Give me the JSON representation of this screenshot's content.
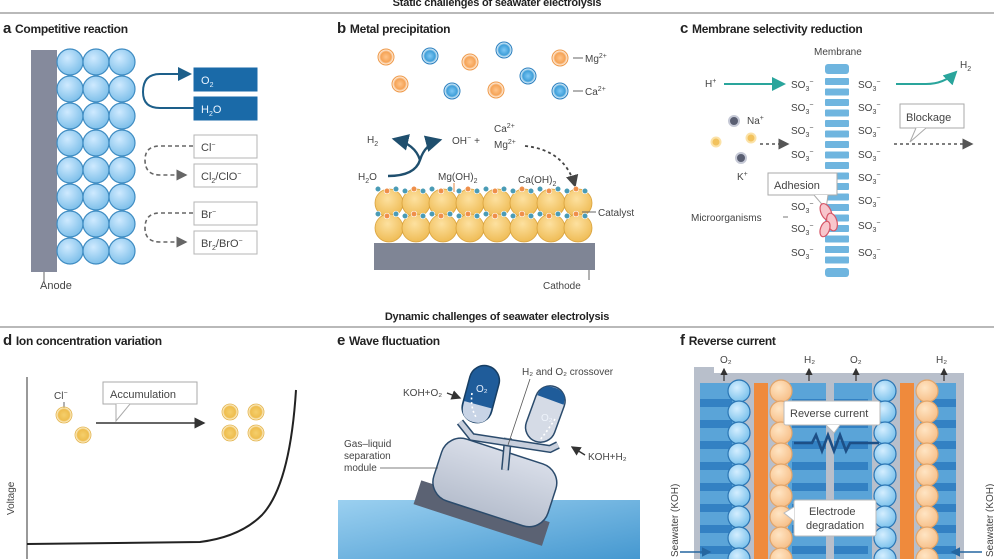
{
  "figure": {
    "static_header": "Static challenges of seawater electrolysis",
    "dynamic_header": "Dynamic challenges of seawater electrolysis",
    "colors": {
      "electrode_blue": "#8cc8ee",
      "dark_blue": "#1a6aa8",
      "gray_electrode": "#7f8595",
      "orange": "#f29b4b",
      "catalyst_yellow": "#f2c25d",
      "teal_arrow": "#2aa59c",
      "water_blue": "#4a9fd6"
    }
  },
  "panels": {
    "a": {
      "letter": "a",
      "title": "Competitive reaction",
      "anode_label": "Anode",
      "products": [
        {
          "text": "O",
          "sub": "2",
          "style": "filled"
        },
        {
          "text": "H",
          "sub": "2",
          "tail": "O",
          "style": "filled"
        },
        {
          "text": "Cl",
          "sup": "−",
          "style": "outline"
        },
        {
          "text": "Cl",
          "sub": "2",
          "tail": "/ClO",
          "sup": "−",
          "style": "outline"
        },
        {
          "text": "Br",
          "sup": "−",
          "style": "outline"
        },
        {
          "text": "Br",
          "sub": "2",
          "tail": "/BrO",
          "sup": "−",
          "style": "outline"
        }
      ]
    },
    "b": {
      "letter": "b",
      "title": "Metal precipitation",
      "legend_mg": "Mg",
      "legend_mg_sup": "2+",
      "legend_ca": "Ca",
      "legend_ca_sup": "2+",
      "h2": "H",
      "h2_sub": "2",
      "h2o": "H",
      "h2o_sub": "2",
      "h2o_tail": "O",
      "oh": "OH",
      "oh_sup": "−",
      "plus": "+",
      "ca_ion": "Ca",
      "ca_ion_sup": "2+",
      "mg_ion": "Mg",
      "mg_ion_sup": "2+",
      "mgoh": "Mg(OH)",
      "mgoh_sub": "2",
      "caoh": "Ca(OH)",
      "caoh_sub": "2",
      "catalyst": "Catalyst",
      "cathode": "Cathode"
    },
    "c": {
      "letter": "c",
      "title": "Membrane selectivity reduction",
      "membrane": "Membrane",
      "h_plus": "H",
      "h_plus_sup": "+",
      "h2": "H",
      "h2_sub": "2",
      "na": "Na",
      "na_sup": "+",
      "k": "K",
      "k_sup": "+",
      "blockage": "Blockage",
      "adhesion": "Adhesion",
      "microorganisms": "Microorganisms",
      "so3": "SO",
      "so3_sub": "3",
      "so3_sup": "−"
    },
    "d": {
      "letter": "d",
      "title": "Ion concentration variation",
      "cl": "Cl",
      "cl_sup": "−",
      "accumulation": "Accumulation",
      "ylabel": "Voltage"
    },
    "e": {
      "letter": "e",
      "title": "Wave fluctuation",
      "crossover": "H₂ and O₂ crossover",
      "koh_o2": "KOH+O₂",
      "koh_h2": "KOH+H₂",
      "o2_tank": "O₂",
      "h2_tank": "O₂",
      "module_line1": "Gas–liquid",
      "module_line2": "separation",
      "module_line3": "module"
    },
    "f": {
      "letter": "f",
      "title": "Reverse current",
      "outlets": [
        "O₂",
        "H₂",
        "O₂",
        "H₂"
      ],
      "reverse_current": "Reverse current",
      "degradation_line1": "Electrode",
      "degradation_line2": "degradation",
      "left_inlet": "Seawater (KOH)",
      "right_inlet": "Seawater (KOH)"
    }
  }
}
